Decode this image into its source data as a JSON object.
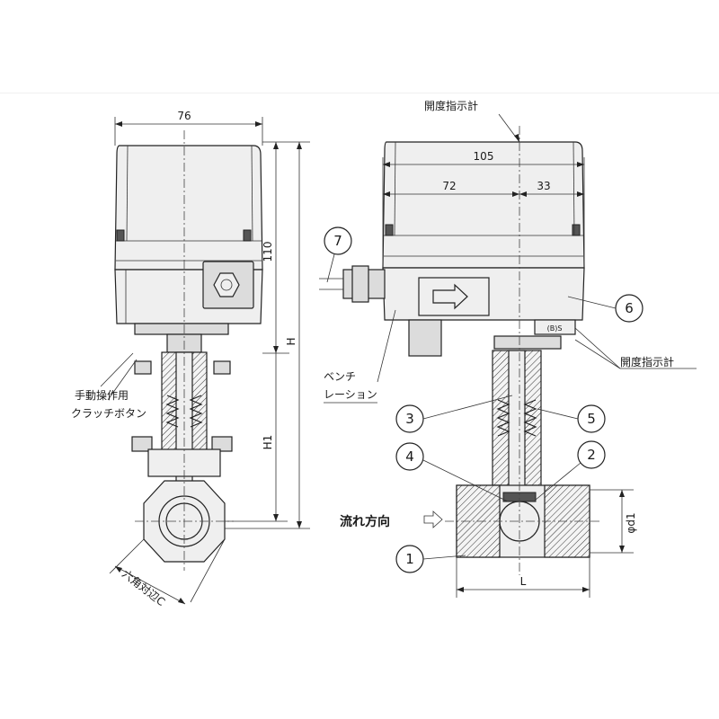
{
  "dimensions": {
    "width_side": "76",
    "height_actuator": "110",
    "total_height": "H",
    "valve_height": "H1",
    "width_front": "105",
    "front_left": "72",
    "front_right": "33",
    "length": "L",
    "port_diameter": "φd1"
  },
  "labels": {
    "hex_across_flats": "六角対辺C",
    "manual_clutch_line1": "手動操作用",
    "manual_clutch_line2": "クラッチボタン",
    "breather_line1": "ベンチ",
    "breather_line2": "レーション",
    "indicator_top": "開度指示計",
    "indicator_right": "開度指示計",
    "flow_direction": "流れ方向",
    "bs_mark": "(B)S"
  },
  "parts": [
    "1",
    "2",
    "3",
    "4",
    "5",
    "6",
    "7"
  ]
}
